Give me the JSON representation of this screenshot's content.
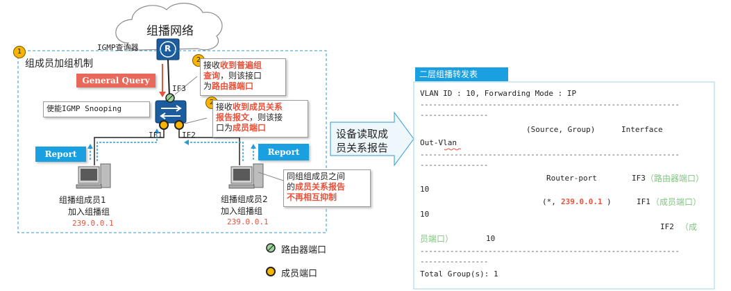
{
  "network": {
    "cloud_label": "组播网络",
    "router_symbol": "R",
    "querier_label": "IGMP查询器",
    "group_box_title": "组成员加组机制",
    "step1_badge": "1",
    "general_query_label": "General Query",
    "enable_snooping_label": "使能IGMP Snooping",
    "if3_label": "IF3",
    "if1_label": "IF1",
    "if2_label": "IF2",
    "report_left": "Report",
    "report_right": "Report",
    "member1_line1": "组播组成员1",
    "member1_line2": "加入组播组",
    "member1_ip": "239.0.0.1",
    "member2_line1": "组播组成员2",
    "member2_line2": "加入组播组",
    "member2_ip": "239.0.0.1"
  },
  "callouts": {
    "top": {
      "badge": "2",
      "prefix": "接收",
      "highlight1": "收到普遍组",
      "highlight2": "查询",
      "middle": "，则该接口",
      "prefix2": "为",
      "highlight3": "路由器端口"
    },
    "middle": {
      "badge": "2",
      "prefix": "接收",
      "highlight1": "收到成员关系",
      "highlight2": "报告报文",
      "middle": "，则该接",
      "prefix2": "口为",
      "highlight3": "成员端口"
    },
    "bottom": {
      "line1": "同组组成员之间",
      "prefix": "的",
      "highlight1": "成员关系报告",
      "highlight2": "不再相互抑制"
    }
  },
  "arrow_label": {
    "line1": "设备读取成",
    "line2": "员关系报告"
  },
  "legend": {
    "router_port": "路由器端口",
    "member_port": "成员端口"
  },
  "table": {
    "header": "二层组播转发表",
    "line1": "VLAN ID : 10, Forwarding Mode : IP",
    "dash1a": "-------------------------------------------------------------",
    "dash1b": "----------------",
    "col_sg": "(Source, Group)",
    "col_interface": "Interface",
    "col_outvlan": "Out-Vlan",
    "dash2a": "-------------------------------------------------------------",
    "dash2b": "----------------",
    "router_port": "Router-port",
    "if3": "IF3",
    "if3_type": "（路由器端口）",
    "vlan1": "10",
    "sg_prefix": "(*,",
    "sg_group": "239.0.0.1",
    "sg_suffix": ")",
    "if1": "IF1",
    "if1_type": "（成员端口）",
    "vlan2": "10",
    "if2": "IF2",
    "if2_type_a": "（成",
    "if2_type_b": "员端口）",
    "vlan3": "10",
    "dash3a": "-------------------------------------------------------------",
    "dash3b": "----------------",
    "total": "Total Group(s): 1"
  }
}
